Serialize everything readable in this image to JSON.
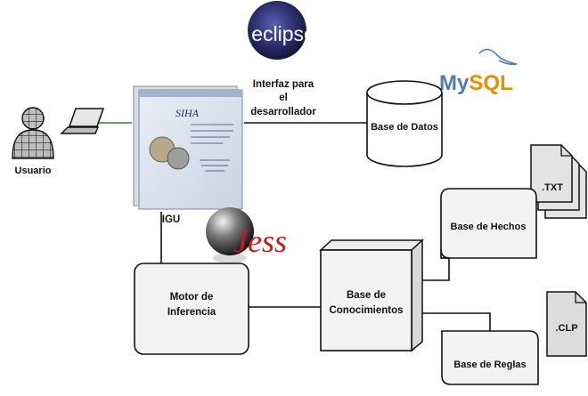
{
  "labels": {
    "eclipse": "eclipse",
    "mysql_my": "My",
    "mysql_sql": "SQL",
    "dev_interface": [
      "Interfaz para",
      "el",
      "desarrollador"
    ],
    "database": "Base de Datos",
    "user": "Usuario",
    "gui": "IGU",
    "app_title": "SIHA",
    "txt_file": ".TXT",
    "clp_file": ".CLP",
    "facts_base": "Base de Hechos",
    "rules_base": "Base de Reglas",
    "knowledge_base": [
      "Base de",
      "Conocimientos"
    ],
    "inference_engine": [
      "Motor de",
      "Inferencia"
    ],
    "jess": "Jess"
  },
  "colors": {
    "eclipse_bg": "#2b2f6e",
    "mysql_blue": "#4f7db0",
    "mysql_orange": "#e48e00",
    "box_fill": "#f2f2f2",
    "jess_red": "#c81818"
  }
}
